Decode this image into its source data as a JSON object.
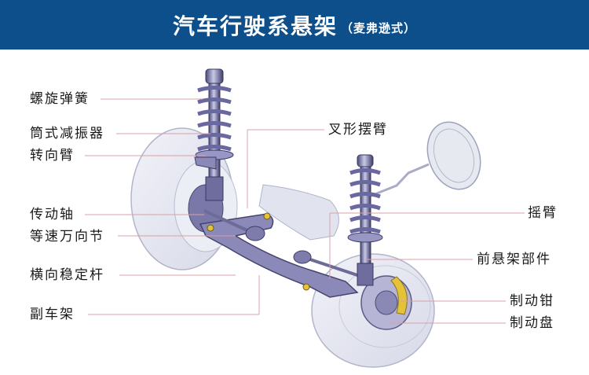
{
  "header": {
    "title": "汽车行驶系悬架",
    "subtitle": "（麦弗逊式）",
    "background_color": "#0d4f8b"
  },
  "diagram": {
    "subject": "McPherson strut front suspension illustration",
    "leader_line_color": "#d9a0a8",
    "left_labels": [
      {
        "id": "coil-spring",
        "text": "螺旋弹簧"
      },
      {
        "id": "shock-absorber",
        "text": "筒式减振器"
      },
      {
        "id": "steering-arm",
        "text": "转向臂"
      },
      {
        "id": "drive-shaft",
        "text": "传动轴"
      },
      {
        "id": "cv-joint",
        "text": "等速万向节"
      },
      {
        "id": "stabilizer-bar",
        "text": "横向稳定杆"
      },
      {
        "id": "subframe",
        "text": "副车架"
      }
    ],
    "right_labels": [
      {
        "id": "wishbone",
        "text": "叉形摆臂"
      },
      {
        "id": "rocker-arm",
        "text": "摇臂"
      },
      {
        "id": "front-suspension-parts",
        "text": "前悬架部件"
      },
      {
        "id": "brake-caliper",
        "text": "制动钳"
      },
      {
        "id": "brake-disc",
        "text": "制动盘"
      }
    ]
  }
}
